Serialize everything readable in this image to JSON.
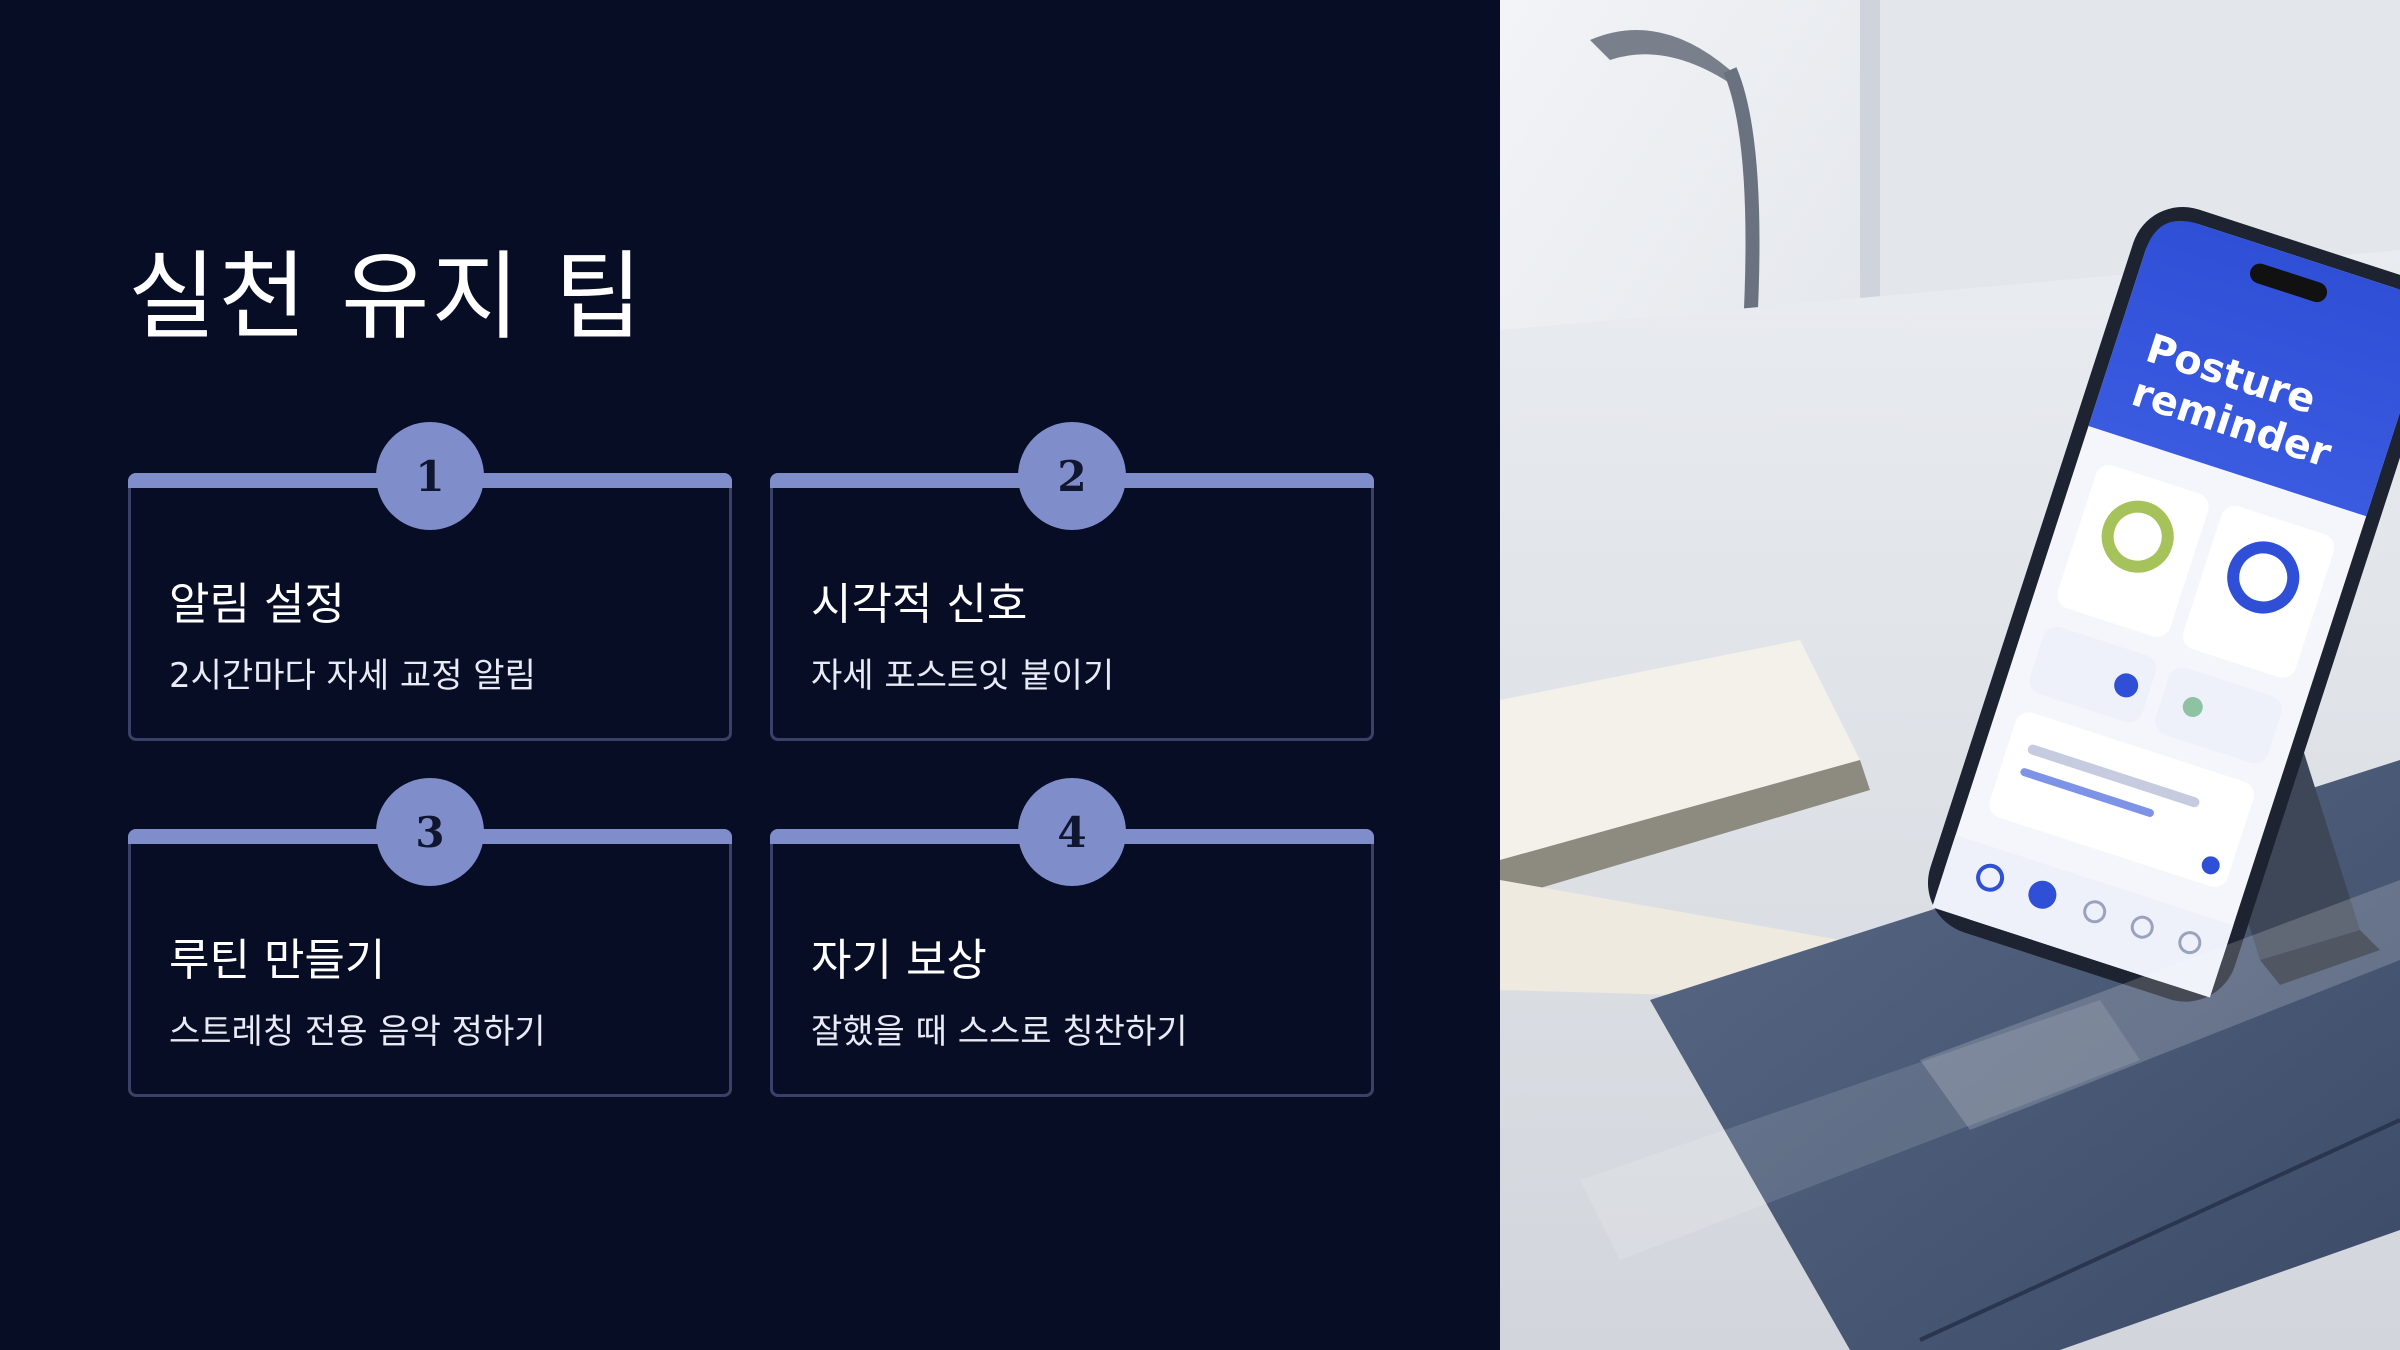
{
  "title": "실천 유지 팁",
  "cards": [
    {
      "number": "1",
      "title": "알림 설정",
      "description": "2시간마다 자세 교정 알림"
    },
    {
      "number": "2",
      "title": "시각적 신호",
      "description": "자세 포스트잇 붙이기"
    },
    {
      "number": "3",
      "title": "루틴 만들기",
      "description": "스트레칭 전용 음악 정하기"
    },
    {
      "number": "4",
      "title": "자기 보상",
      "description": "잘했을 때 스스로 칭찬하기"
    }
  ],
  "photo": {
    "app_title_line1": "Posture",
    "app_title_line2": "reminder"
  },
  "colors": {
    "background": "#080d26",
    "accent": "#7f8ecb",
    "card_border": "#3a4166",
    "phone_screen_blue": "#2f4fd6"
  }
}
